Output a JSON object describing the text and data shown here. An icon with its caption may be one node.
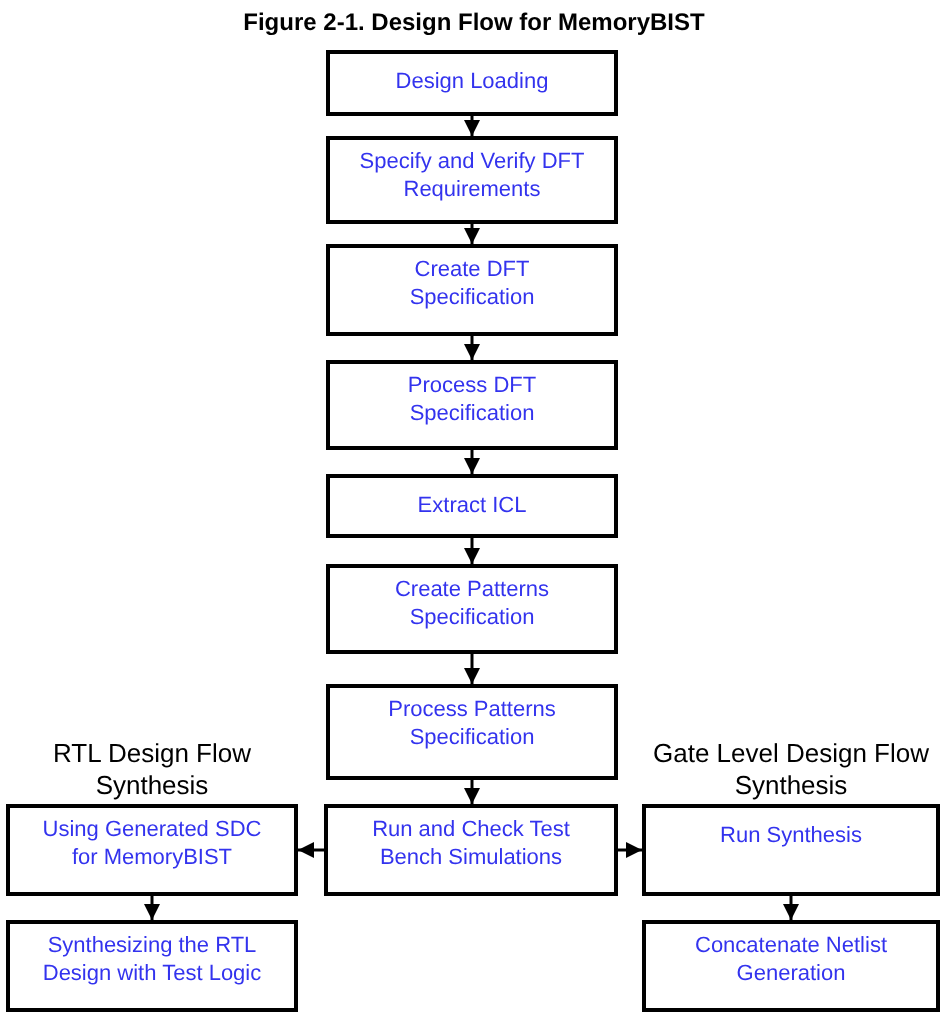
{
  "diagram": {
    "title": "Figure 2-1. Design Flow for MemoryBIST",
    "nodes": [
      {
        "text": [
          "Design Loading"
        ]
      },
      {
        "text": [
          "Specify and Verify DFT Requirements"
        ]
      },
      {
        "text": [
          "Create DFT Specification"
        ]
      },
      {
        "text": [
          "Process DFT Specification"
        ]
      },
      {
        "text": [
          "Extract ICL"
        ]
      },
      {
        "text": [
          "Create Patterns Specification"
        ]
      },
      {
        "text": [
          "Process Patterns Specification"
        ]
      },
      {
        "text": [
          "RTL Design Flow Synthesis",
          "Using Generated SDC for MemoryBIST"
        ]
      },
      {
        "text": [
          "Run and Check Test Bench Simulations"
        ]
      },
      {
        "text": [
          "Gate Level Design Flow Synthesis",
          "Run Synthesis"
        ]
      },
      {
        "text": [
          "Synthesizing the RTL Design with Test Logic"
        ]
      },
      {
        "text": [
          "Concatenate Netlist Generation"
        ]
      }
    ],
    "edges": [
      {
        "from": 0,
        "to": 1,
        "arrow": "to"
      },
      {
        "from": 1,
        "to": 2,
        "arrow": "to"
      },
      {
        "from": 2,
        "to": 3,
        "arrow": "to"
      },
      {
        "from": 3,
        "to": 4,
        "arrow": "to"
      },
      {
        "from": 4,
        "to": 5,
        "arrow": "to"
      },
      {
        "from": 5,
        "to": 6,
        "arrow": "to"
      },
      {
        "from": 6,
        "to": 8,
        "arrow": "to"
      },
      {
        "from": 8,
        "to": 7,
        "arrow": "to"
      },
      {
        "from": 8,
        "to": 9,
        "arrow": "to"
      },
      {
        "from": 7,
        "to": 10,
        "arrow": "to"
      },
      {
        "from": 9,
        "to": 11,
        "arrow": "to"
      }
    ]
  }
}
